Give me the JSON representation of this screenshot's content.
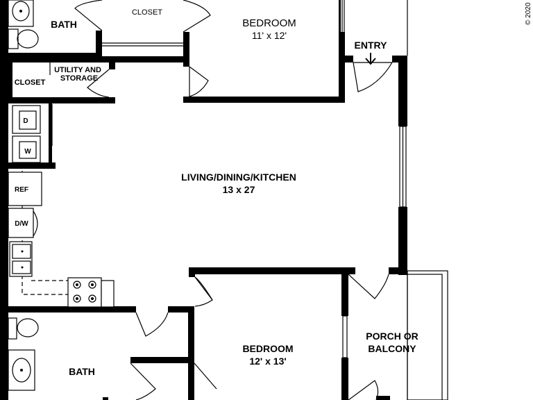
{
  "rooms": {
    "bath_top": "BATH",
    "closet_top": "CLOSET",
    "bedroom_top": {
      "name": "BEDROOM",
      "size": "11' x 12'"
    },
    "entry": "ENTRY",
    "utility": {
      "line1": "UTILITY AND",
      "line2": "STORAGE"
    },
    "closet_left": "CLOSET",
    "living": {
      "name": "LIVING/DINING/KITCHEN",
      "size": "13 x 27"
    },
    "bedroom_bottom": {
      "name": "BEDROOM",
      "size": "12' x 13'"
    },
    "porch": {
      "line1": "PORCH OR",
      "line2": "BALCONY"
    },
    "bath_bottom": "BATH"
  },
  "appliances": {
    "dryer": "D",
    "washer": "W",
    "refrigerator": "REF",
    "dishwasher": "D/W"
  },
  "copyright": "© 2020"
}
